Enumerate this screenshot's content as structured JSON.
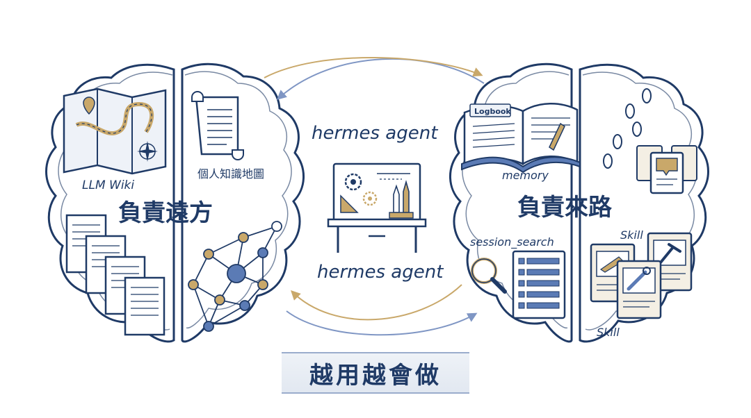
{
  "left_brain": {
    "headline": "負責遠方",
    "labels": {
      "wiki": "LLM Wiki",
      "knowledge_map": "個人知識地圖"
    }
  },
  "center": {
    "top_label": "hermes agent",
    "bottom_label": "hermes agent"
  },
  "right_brain": {
    "headline": "負責來路",
    "labels": {
      "logbook": "Logbook",
      "memory": "memory",
      "session_search": "session_search",
      "skill_top": "Skill",
      "skill_bottom": "Skill"
    }
  },
  "footer": {
    "text": "越用越會做"
  },
  "colors": {
    "ink": "#1f3a66",
    "gold": "#c9a86a",
    "blue": "#5b7bb5",
    "paper": "#f4efe4"
  }
}
